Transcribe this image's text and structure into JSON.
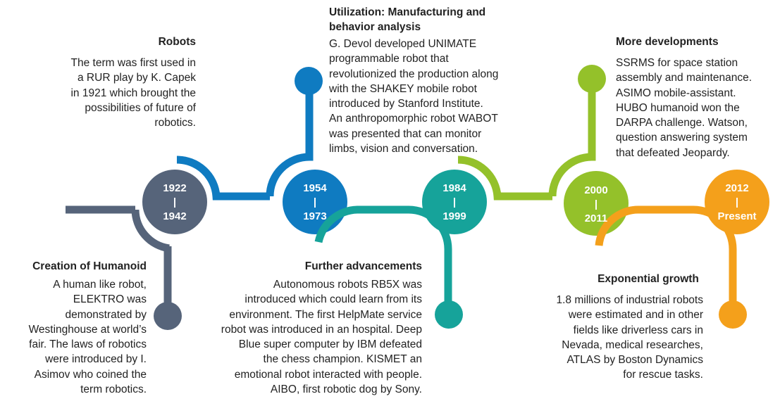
{
  "colors": {
    "slate": "#56647a",
    "blue": "#0f7bc1",
    "teal": "#16a39a",
    "green": "#94c12a",
    "orange": "#f4a01b"
  },
  "eras": [
    {
      "start": "1922",
      "sep": "|",
      "end": "1942"
    },
    {
      "start": "1954",
      "sep": "|",
      "end": "1973"
    },
    {
      "start": "1984",
      "sep": "|",
      "end": "1999"
    },
    {
      "start": "2000",
      "sep": "|",
      "end": "2011"
    },
    {
      "start": "2012",
      "sep": "|",
      "end": "Present"
    }
  ],
  "sections": {
    "robots": {
      "title": "Robots",
      "lines": [
        "The term was first used in",
        "a RUR play by K. Capek",
        "in 1921 which brought the",
        "possibilities of future of",
        "robotics."
      ]
    },
    "utilization": {
      "title_lines": [
        "Utilization: Manufacturing and",
        "behavior analysis"
      ],
      "lines": [
        "G. Devol developed UNIMATE",
        "programmable robot that",
        "revolutionized the production along",
        "with the SHAKEY mobile robot",
        "introduced by Stanford Institute.",
        "An anthropomorphic robot WABOT",
        "was presented that can monitor",
        "limbs, vision and conversation."
      ]
    },
    "more": {
      "title": "More developments",
      "lines": [
        "SSRMS for space station",
        "assembly and maintenance.",
        "ASIMO mobile-assistant.",
        "HUBO humanoid won the",
        "DARPA challenge. Watson,",
        "question answering system",
        "that defeated Jeopardy."
      ]
    },
    "humanoid": {
      "title": "Creation of Humanoid",
      "lines": [
        "A human like robot,",
        "ELEKTRO was",
        "demonstrated by",
        "Westinghouse at world’s",
        "fair. The laws of robotics",
        "were introduced by I.",
        "Asimov who coined the",
        "term robotics."
      ]
    },
    "further": {
      "title": "Further advancements",
      "lines": [
        "Autonomous robots RB5X was",
        "introduced which could learn from its",
        "environment. The first HelpMate service",
        "robot was introduced in an hospital. Deep",
        "Blue super computer by IBM defeated",
        "the chess champion. KISMET an",
        "emotional robot interacted with people.",
        "AIBO, first robotic dog by Sony."
      ]
    },
    "exponential": {
      "title": "Exponential growth",
      "lines": [
        "1.8 millions of industrial robots",
        "were estimated and in other",
        "fields like driverless cars in",
        "Nevada, medical researches,",
        "ATLAS by Boston Dynamics",
        "for rescue tasks."
      ]
    }
  }
}
